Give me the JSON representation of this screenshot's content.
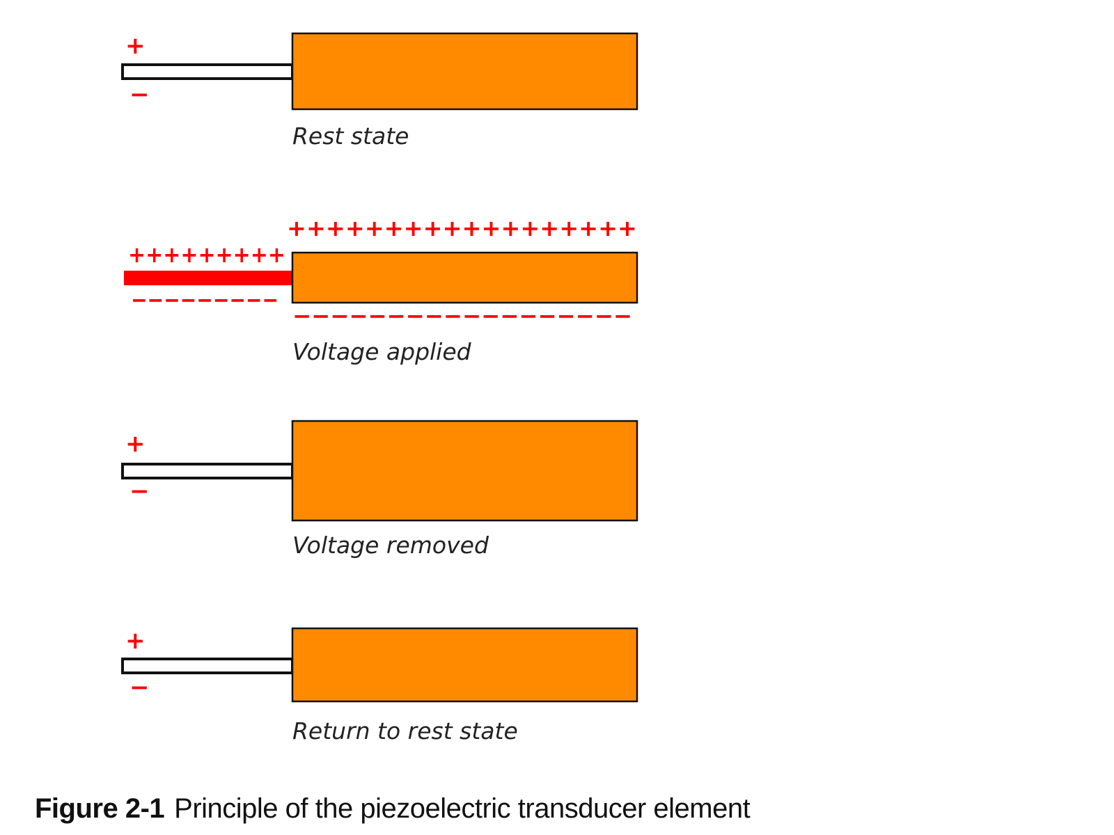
{
  "colors": {
    "crystal_fill": "#ff8a00",
    "outline": "#111111",
    "charge": "#ff0000",
    "electrode_idle": "#ffffff",
    "electrode_active": "#ff0000"
  },
  "states": [
    {
      "label": "Rest state",
      "voltage": false,
      "top_sign": "+",
      "bottom_sign": "−"
    },
    {
      "label": "Voltage applied",
      "voltage": true,
      "electrode_top_charges": "+++++++++",
      "electrode_bottom_charges": "−−−−−−−−−",
      "crystal_top_charges": "++++++++++++++++++",
      "crystal_bottom_charges": "−−−−−−−−−−−−−−−−−−"
    },
    {
      "label": "Voltage removed",
      "voltage": false,
      "top_sign": "+",
      "bottom_sign": "−"
    },
    {
      "label": "Return to rest state",
      "voltage": false,
      "top_sign": "+",
      "bottom_sign": "−"
    }
  ],
  "caption": {
    "number": "Figure 2-1",
    "text": "Principle of the piezoelectric transducer element"
  }
}
